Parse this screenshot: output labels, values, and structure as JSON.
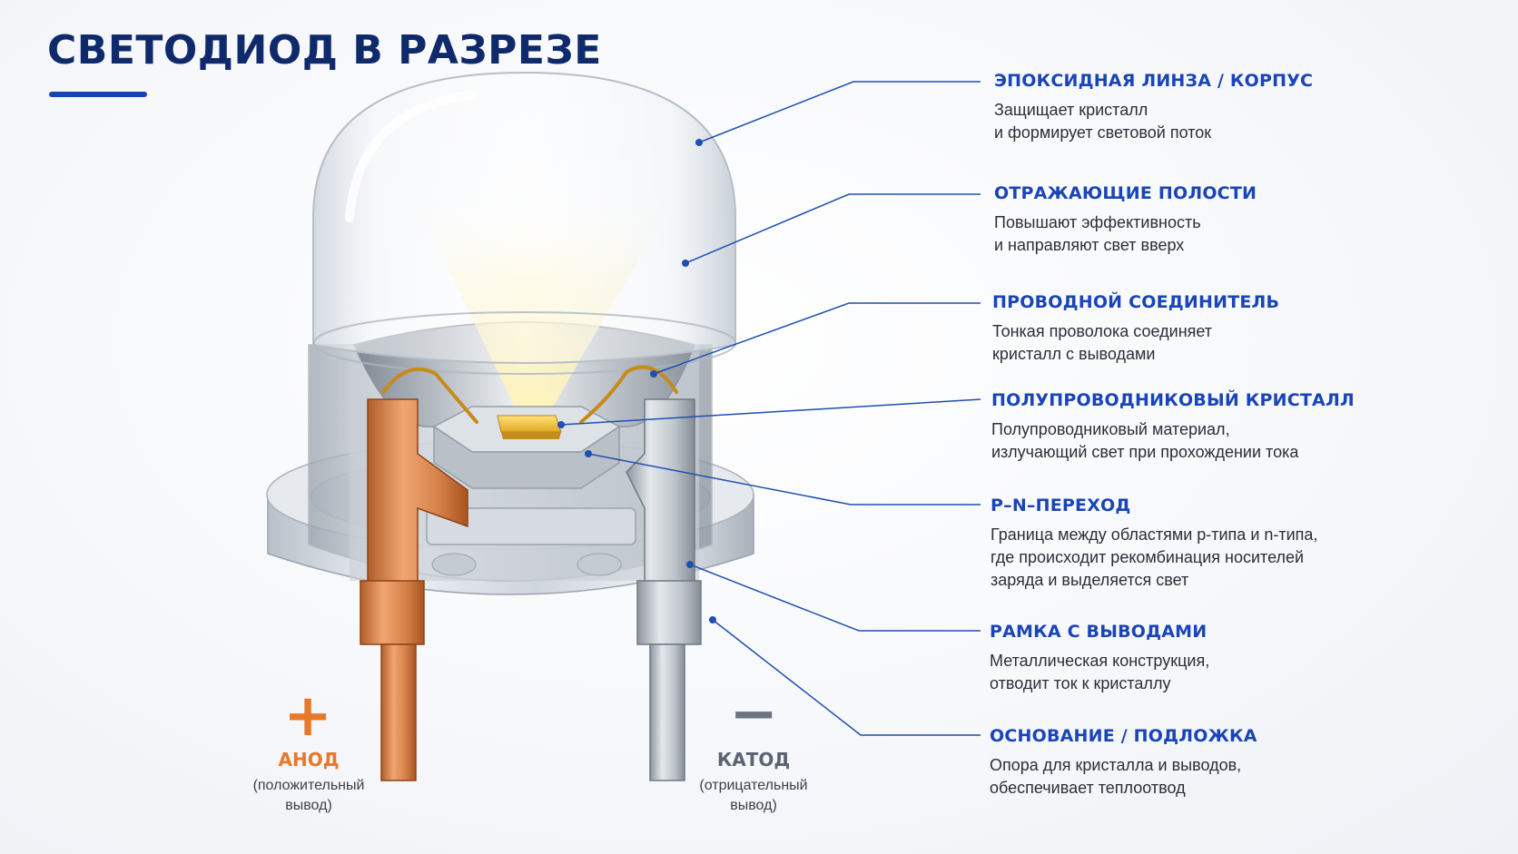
{
  "title": "СВЕТОДИОД В РАЗРЕЗЕ",
  "callouts": [
    {
      "heading": "ЭПОКСИДНАЯ ЛИНЗА / КОРПУС",
      "lines": [
        "Защищает кристалл",
        "и формирует световой поток"
      ]
    },
    {
      "heading": "ОТРАЖАЮЩИЕ ПОЛОСТИ",
      "lines": [
        "Повышают эффективность",
        "и направляют свет вверх"
      ]
    },
    {
      "heading": "ПРОВОДНОЙ СОЕДИНИТЕЛЬ",
      "lines": [
        "Тонкая проволока соединяет",
        "кристалл с выводами"
      ]
    },
    {
      "heading": "ПОЛУПРОВОДНИКОВЫЙ КРИСТАЛЛ",
      "lines": [
        "Полупроводниковый материал,",
        "излучающий свет при прохождении тока"
      ]
    },
    {
      "heading": "P–N–ПЕРЕХОД",
      "lines": [
        "Граница между областями p-типа и n-типа,",
        "где происходит рекомбинация носителей",
        "заряда и выделяется свет"
      ]
    },
    {
      "heading": "РАМКА С ВЫВОДАМИ",
      "lines": [
        "Металлическая конструкция,",
        "отводит ток к кристаллу"
      ]
    },
    {
      "heading": "ОСНОВАНИЕ / ПОДЛОЖКА",
      "lines": [
        "Опора для кристалла и выводов,",
        "обеспечивает теплоотвод"
      ]
    }
  ],
  "anode": {
    "symbol": "+",
    "label": "АНОД",
    "desc_line1": "(положительный",
    "desc_line2": "вывод)"
  },
  "cathode": {
    "symbol": "−",
    "label": "КАТОД",
    "desc_line1": "(отрицательный",
    "desc_line2": "вывод)"
  },
  "colors": {
    "title": "#0f2a6b",
    "accent": "#1843b8",
    "heading": "#1a45b8",
    "anode": "#e8782a",
    "cathode": "#5b6470",
    "leader": "#1f4fb0"
  }
}
